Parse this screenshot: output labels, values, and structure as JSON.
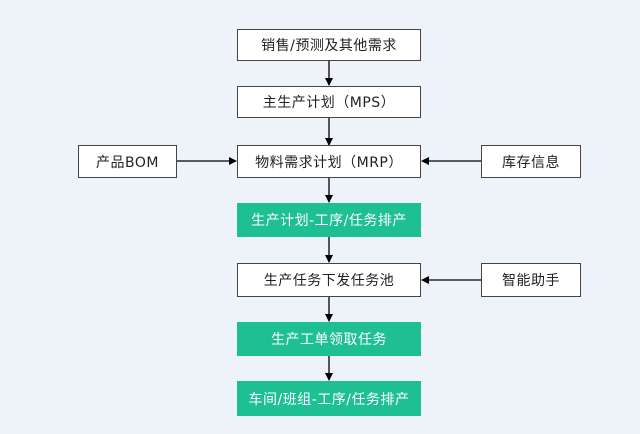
{
  "colors": {
    "background": "#eef3fa",
    "box": "#ffffff",
    "border": "#444444",
    "highlight": "#1fbf94",
    "arrow": "#000000"
  },
  "nodes": {
    "sales": "销售/预测及其他需求",
    "mps": "主生产计划（MPS）",
    "bom": "产品BOM",
    "mrp": "物料需求计划（MRP）",
    "inventory": "库存信息",
    "plan_process": "生产计划-工序/任务排产",
    "task_pool": "生产任务下发任务池",
    "smart_assistant": "智能助手",
    "work_order": "生产工单领取任务",
    "workshop": "车间/班组-工序/任务排产"
  }
}
